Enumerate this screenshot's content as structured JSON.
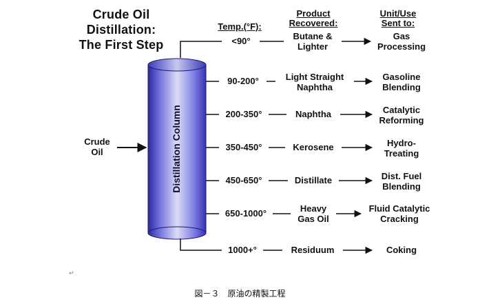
{
  "title": [
    "Crude Oil",
    "Distillation:",
    "The First Step"
  ],
  "headers": {
    "temp": "Temp.(°F):",
    "product": [
      "Product",
      "Recovered:"
    ],
    "unit": [
      "Unit/Use",
      "Sent to:"
    ]
  },
  "column_label": "Distillation Column",
  "input": [
    "Crude",
    "Oil"
  ],
  "rows": [
    {
      "temp": "<90°",
      "product": [
        "Butane &",
        "Lighter"
      ],
      "unit": [
        "Gas",
        "Processing"
      ]
    },
    {
      "temp": "90-200°",
      "product": [
        "Light Straight",
        "Naphtha"
      ],
      "unit": [
        "Gasoline",
        "Blending"
      ]
    },
    {
      "temp": "200-350°",
      "product": [
        "Naphtha"
      ],
      "unit": [
        "Catalytic",
        "Reforming"
      ]
    },
    {
      "temp": "350-450°",
      "product": [
        "Kerosene"
      ],
      "unit": [
        "Hydro-",
        "Treating"
      ]
    },
    {
      "temp": "450-650°",
      "product": [
        "Distillate"
      ],
      "unit": [
        "Dist. Fuel",
        "Blending"
      ]
    },
    {
      "temp": "650-1000°",
      "product": [
        "Heavy",
        "Gas Oil"
      ],
      "unit": [
        "Fluid Catalytic",
        "Cracking"
      ]
    },
    {
      "temp": "1000+°",
      "product": [
        "Residuum"
      ],
      "unit": [
        "Coking"
      ]
    }
  ],
  "return_mark": "↵",
  "caption": "図－３　原油の精製工程",
  "colors": {
    "column_light": "#dcdcf6",
    "column_mid": "#7c7ce6",
    "column_dark": "#2a2aa0",
    "line": "#111111"
  }
}
